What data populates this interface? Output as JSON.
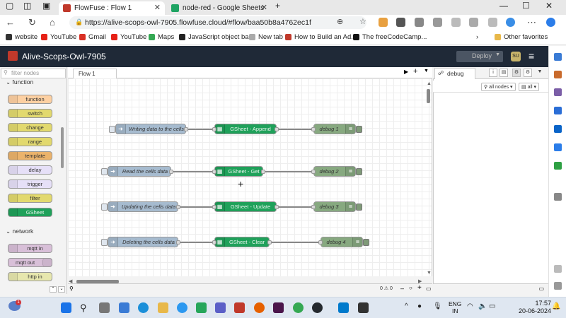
{
  "browser": {
    "tabs": [
      {
        "title": "FlowFuse : Flow 1",
        "active": true,
        "favicon_color": "#c0392b"
      },
      {
        "title": "node-red - Google Sheets",
        "active": false,
        "favicon_color": "#1fa463"
      }
    ],
    "new_tab": "+",
    "close_tab": "✕",
    "window_controls": {
      "minimize": "—",
      "maximize": "☐",
      "close": "✕"
    },
    "url": "https://alive-scops-owl-7905.flowfuse.cloud/#flow/baa50b8a4762ec1f",
    "bookmarks": [
      "website",
      "YouTube",
      "Gmail",
      "YouTube",
      "Maps",
      "JavaScript object ba...",
      "New tab",
      "How to Build an Ad...",
      "The freeCodeCamp...",
      "Other favorites"
    ]
  },
  "app": {
    "title": "Alive-Scops-Owl-7905",
    "deploy_label": "Deploy",
    "avatar_initials": "SU",
    "accent": "#1f2937"
  },
  "palette": {
    "filter_placeholder": "filter nodes",
    "categories": [
      {
        "name": "function",
        "nodes": [
          "function",
          "switch",
          "change",
          "range",
          "template",
          "delay",
          "trigger",
          "filter",
          "GSheet"
        ]
      },
      {
        "name": "network",
        "nodes": [
          "mqtt in",
          "mqtt out",
          "http in"
        ]
      }
    ]
  },
  "workspace": {
    "tab_label": "Flow 1",
    "rows": [
      {
        "inject": "Writing data to the cells",
        "gsheet": "GSheet - Append",
        "debug": "debug 1"
      },
      {
        "inject": "Read the cells data",
        "gsheet": "GSheet - Get",
        "debug": "debug 2"
      },
      {
        "inject": "Updating the cells data",
        "gsheet": "GSheet - Update",
        "debug": "debug 3"
      },
      {
        "inject": "Deleting the cells data",
        "gsheet": "GSheet - Clear",
        "debug": "debug 4"
      }
    ],
    "footer_status": "0 ⚠ 0",
    "zoom_out": "–",
    "zoom_reset": "○",
    "zoom_in": "+"
  },
  "sidebar": {
    "tab_label": "debug",
    "filter_label": "all nodes",
    "clear_label": "all"
  },
  "taskbar": {
    "weather_badge": "1",
    "lang_top": "ENG",
    "lang_bottom": "IN",
    "time": "17:57",
    "date": "20-06-2024"
  }
}
